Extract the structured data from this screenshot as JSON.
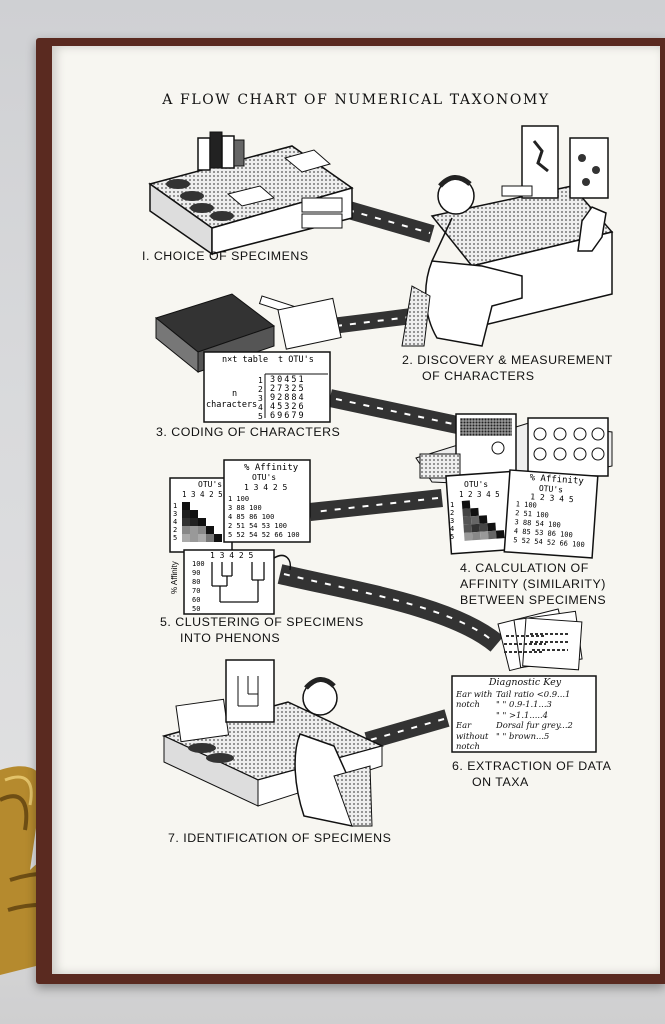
{
  "title": "A FLOW CHART OF NUMERICAL TAXONOMY",
  "steps": {
    "s1": "I. CHOICE OF SPECIMENS",
    "s2a": "2. DISCOVERY & MEASUREMENT",
    "s2b": "OF CHARACTERS",
    "s3": "3. CODING OF CHARACTERS",
    "s4a": "4. CALCULATION OF",
    "s4b": "AFFINITY (SIMILARITY)",
    "s4c": "BETWEEN SPECIMENS",
    "s5a": "5. CLUSTERING OF SPECIMENS",
    "s5b": "INTO PHENONS",
    "s6a": "6. EXTRACTION OF DATA",
    "s6b": "ON TAXA",
    "s7": "7. IDENTIFICATION OF SPECIMENS"
  },
  "nt_table": {
    "heading": "n×t table",
    "otus": "t OTU's",
    "rowlabel_1": "n",
    "rowlabel_2": "characters",
    "row_numbers": [
      "1",
      "2",
      "3",
      "4",
      "5"
    ],
    "rows": [
      "30451",
      "27325",
      "92884",
      "45326",
      "69679"
    ]
  },
  "affinity_table": {
    "heading": "% Affinity",
    "otus": "OTU's",
    "col_numbers": "1 2 3 4 5",
    "rows": [
      "1  100",
      "2  51 100",
      "3  88 54 100",
      "4  85 53 86 100",
      "5  52 54 52 66 100"
    ]
  },
  "affinity_table_left": {
    "heading": "% Affinity",
    "otus": "OTU's",
    "col_numbers": "1 3 4 2 5",
    "rows": [
      "1  100",
      "3  88 100",
      "4  85 86 100",
      "2  51 54 53 100",
      "5  52 54 52 66 100"
    ]
  },
  "shaded_matrix": {
    "otus": "OTU's",
    "cols": "1 3 4 2 5",
    "rows": [
      "1",
      "3",
      "4",
      "2",
      "5"
    ]
  },
  "shaded_matrix_right": {
    "otus": "OTU's",
    "cols": "1 2 3 4 5",
    "rows": [
      "1",
      "2",
      "3",
      "4",
      "5"
    ]
  },
  "dendrogram": {
    "axis_label": "% Affinity",
    "top_labels": "1 3 4   2 5",
    "ticks": [
      "100",
      "90",
      "80",
      "70",
      "60",
      "50"
    ]
  },
  "diagnostic_key": {
    "title": "Diagnostic Key",
    "l1a": "Ear with",
    "l1b": "notch",
    "l1c": "Tail ratio <0.9...1",
    "l2": "\"   \"  0.9-1.1...3",
    "l3": "\"   \"  >1.1.....4",
    "l4a": "Ear without",
    "l4b": "notch",
    "l4c": "Dorsal fur grey...2",
    "l5": "\"   \" brown...5"
  },
  "colors": {
    "ink": "#1a1a1a",
    "page": "#f7f6f1",
    "cover": "#5a2a20",
    "brass": "#b58a2e"
  }
}
